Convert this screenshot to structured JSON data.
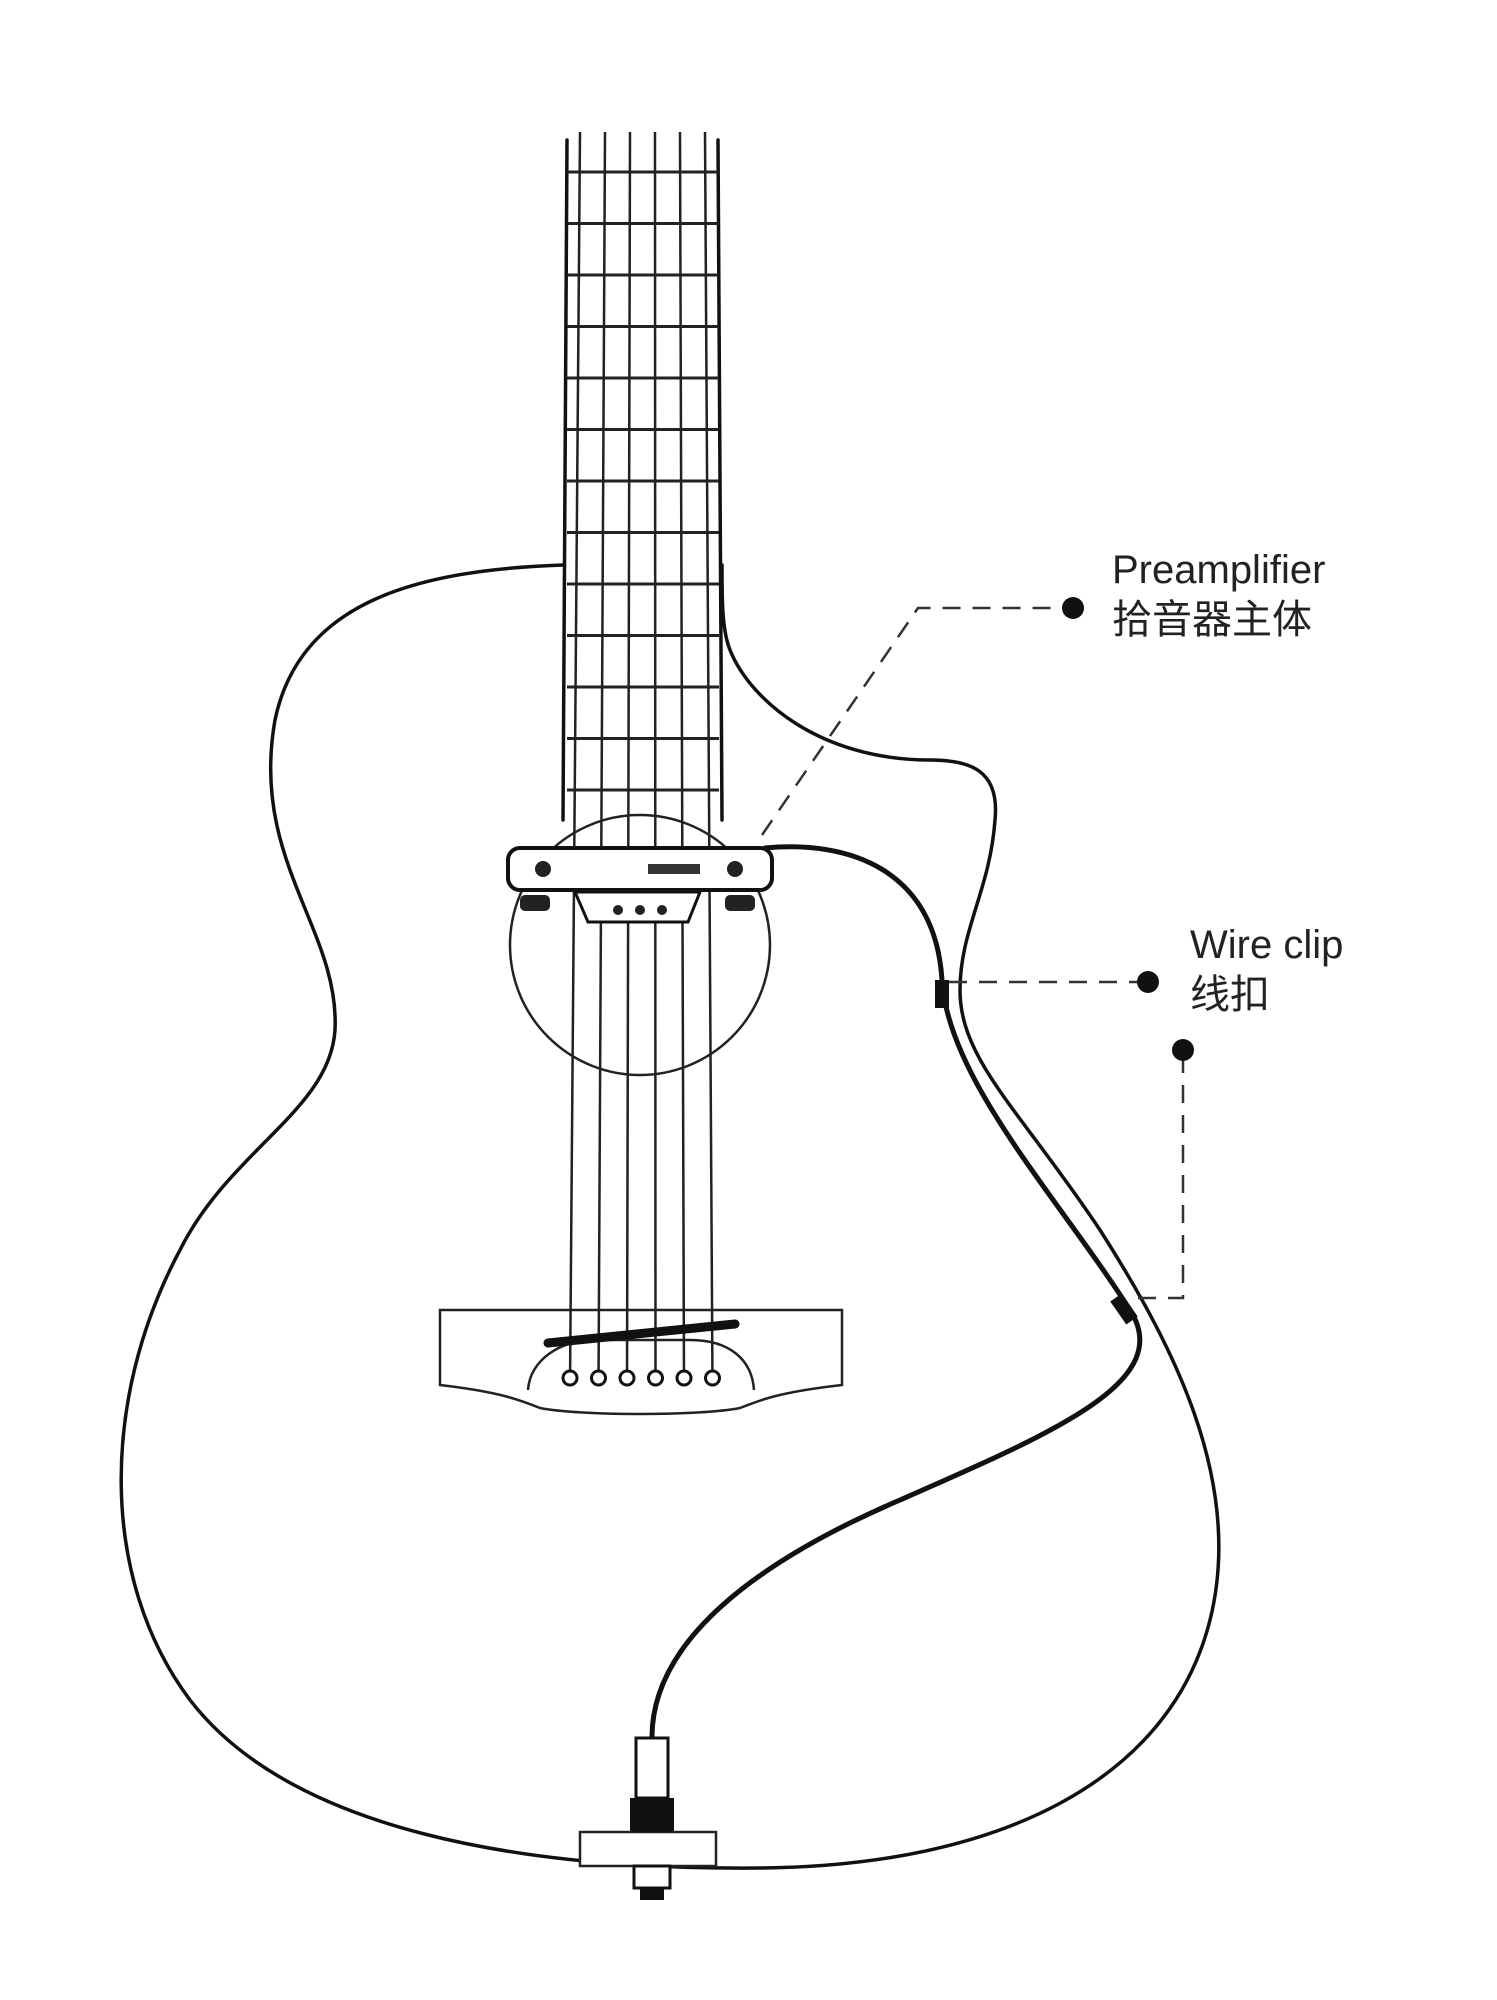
{
  "labels": {
    "preamplifier": {
      "en": "Preamplifier",
      "zh": "拾音器主体"
    },
    "wire_clip": {
      "en": "Wire clip",
      "zh": "线扣"
    }
  },
  "strings_count": 6,
  "frets_count": 13,
  "colors": {
    "line": "#111111",
    "background": "#ffffff"
  }
}
